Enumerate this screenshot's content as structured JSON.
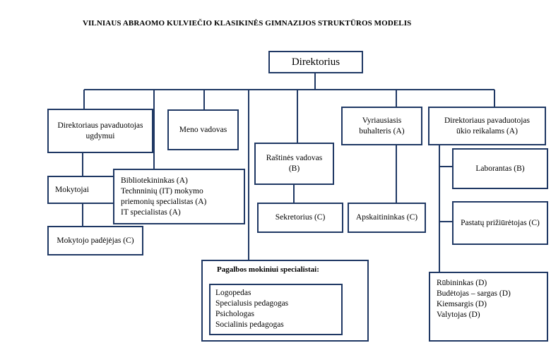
{
  "title": "VILNIAUS ABRAOMO KULVIEČIO KLASIKINĖS GIMNAZIJOS STRUKTŪROS MODELIS",
  "nodes": {
    "director": "Direktorius",
    "deputy_education": [
      "Direktoriaus pavaduotojas",
      "ugdymui"
    ],
    "art_head": "Meno vadovas",
    "chief_accountant": [
      "Vyriausiasis",
      "buhalteris (A)"
    ],
    "deputy_economy": [
      "Direktoriaus pavaduotojas",
      "ūkio reikalams (A)"
    ],
    "office_head": [
      "Raštinės vadovas",
      "(B)"
    ],
    "teachers": "Mokytojai",
    "teacher_assistant": "Mokytojo padėjėjas (C)",
    "library": [
      "Bibliotekininkas (A)",
      "Technninių (IT) mokymo",
      "priemonių specialistas (A)",
      "IT specialistas (A)"
    ],
    "secretary": "Sekretorius (C)",
    "accountant": "Apskaitininkas (C)",
    "lab_assistant": "Laborantas (B)",
    "building_caretaker": "Pastatų prižiūrėtojas (C)",
    "support_title": "Pagalbos mokiniui specialistai:",
    "support_list": [
      "Logopedas",
      "Specialusis pedagogas",
      "Psichologas",
      "Socialinis pedagogas"
    ],
    "service_staff": [
      "Rūbininkas (D)",
      "Budėtojas – sargas (D)",
      "Kiemsargis (D)",
      "Valytojas (D)"
    ]
  },
  "colors": {
    "border": "#1f3864",
    "line": "#1f3864"
  }
}
